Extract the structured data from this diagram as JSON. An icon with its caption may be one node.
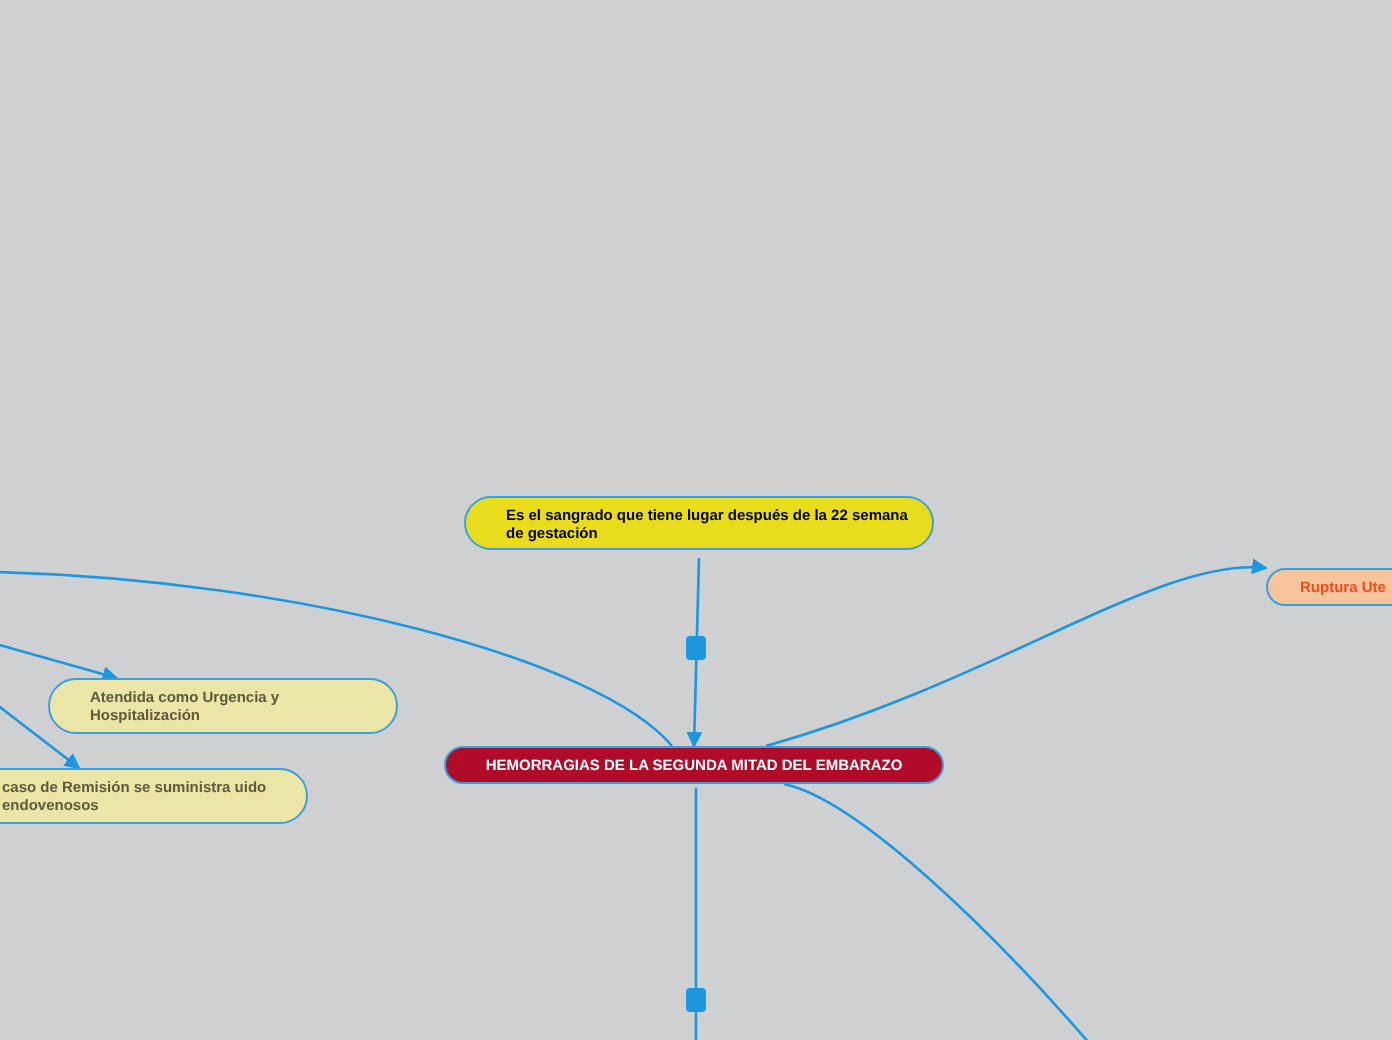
{
  "diagram": {
    "nodes": [
      {
        "text": [
          "Es el sangrado que tiene lugar después de la 22 semana de gestación"
        ]
      },
      {
        "text": [
          "HEMORRAGIAS DE LA SEGUNDA MITAD DEL EMBARAZO"
        ]
      },
      {
        "text": [
          "Atendida como Urgencia y Hospitalización"
        ]
      },
      {
        "text": [
          "caso de Remisión se suministra uido endovenosos"
        ]
      },
      {
        "text": [
          "Ruptura Ute"
        ]
      }
    ],
    "edges": [
      {
        "from": 0,
        "to": 1,
        "arrow": "to"
      },
      {
        "from": 1,
        "to": null,
        "arrow": "none"
      },
      {
        "from": null,
        "to": 2,
        "arrow": "to"
      },
      {
        "from": null,
        "to": 3,
        "arrow": "to"
      },
      {
        "from": 1,
        "to": 4,
        "arrow": "to"
      },
      {
        "from": 1,
        "to": null,
        "arrow": "none"
      },
      {
        "from": 1,
        "to": null,
        "arrow": "none"
      }
    ]
  }
}
